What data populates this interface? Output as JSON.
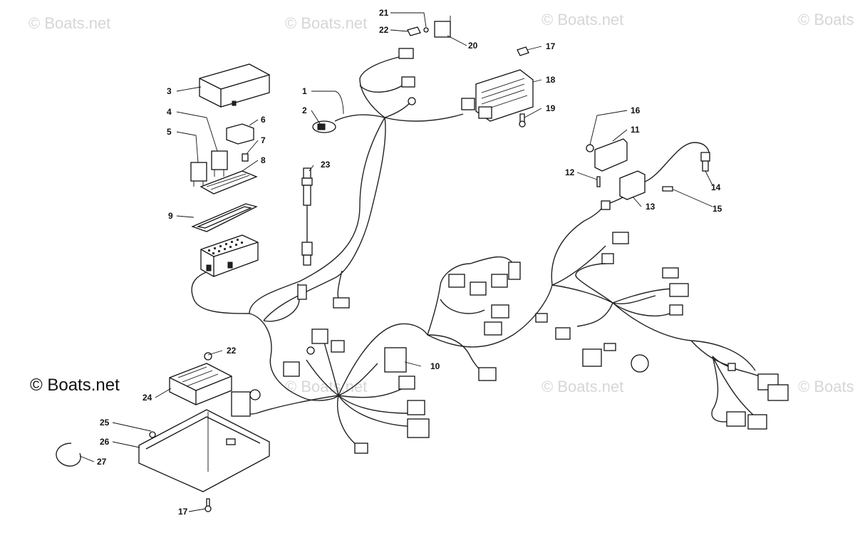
{
  "watermark": {
    "text": "© Boats.net",
    "main_text": "© Boats.net"
  },
  "callouts": [
    {
      "id": "c1",
      "label": "1"
    },
    {
      "id": "c2",
      "label": "2"
    },
    {
      "id": "c3",
      "label": "3"
    },
    {
      "id": "c4",
      "label": "4"
    },
    {
      "id": "c5",
      "label": "5"
    },
    {
      "id": "c6",
      "label": "6"
    },
    {
      "id": "c7",
      "label": "7"
    },
    {
      "id": "c8",
      "label": "8"
    },
    {
      "id": "c9",
      "label": "9"
    },
    {
      "id": "c10",
      "label": "10"
    },
    {
      "id": "c11",
      "label": "11"
    },
    {
      "id": "c12",
      "label": "12"
    },
    {
      "id": "c13",
      "label": "13"
    },
    {
      "id": "c14",
      "label": "14"
    },
    {
      "id": "c15",
      "label": "15"
    },
    {
      "id": "c16",
      "label": "16"
    },
    {
      "id": "c17a",
      "label": "17"
    },
    {
      "id": "c17b",
      "label": "17"
    },
    {
      "id": "c18",
      "label": "18"
    },
    {
      "id": "c19",
      "label": "19"
    },
    {
      "id": "c20",
      "label": "20"
    },
    {
      "id": "c21",
      "label": "21"
    },
    {
      "id": "c22a",
      "label": "22"
    },
    {
      "id": "c22b",
      "label": "22"
    },
    {
      "id": "c23",
      "label": "23"
    },
    {
      "id": "c24",
      "label": "24"
    },
    {
      "id": "c25",
      "label": "25"
    },
    {
      "id": "c26",
      "label": "26"
    },
    {
      "id": "c27",
      "label": "27"
    }
  ]
}
